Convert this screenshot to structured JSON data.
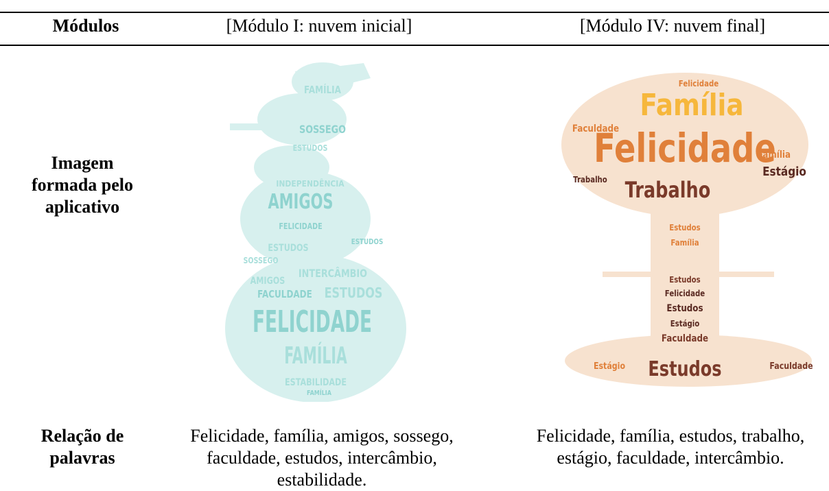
{
  "table": {
    "header": {
      "col1": "Módulos",
      "col2": "[Módulo I: nuvem inicial]",
      "col3": "[Módulo IV: nuvem final]"
    },
    "row_image": {
      "label_lines": [
        "Imagem",
        "formada pelo",
        "aplicativo"
      ]
    },
    "row_words": {
      "label_lines": [
        "Relação de",
        "palavras"
      ],
      "col2_lines": [
        "Felicidade, família, amigos, sossego,",
        "faculdade, estudos, intercâmbio,",
        "estabilidade."
      ],
      "col3_lines": [
        "Felicidade, família, estudos, trabalho,",
        "estágio, faculdade, intercâmbio."
      ]
    }
  },
  "cloud_initial": {
    "color": "#8fd3cf",
    "accent": "#a9dfdb",
    "words": [
      "FELICIDADE",
      "FAMÍLIA",
      "AMIGOS",
      "ESTUDOS",
      "FACULDADE",
      "INTERCÂMBIO",
      "SOSSEGO",
      "ESTABILIDADE",
      "FELICIDADE",
      "INDEPENDÊNCIA",
      "FAMÍLIA",
      "AMIGOS",
      "ESTUDOS",
      "SOSSEGO"
    ]
  },
  "cloud_final": {
    "colors": {
      "orange": "#e0803a",
      "yellow": "#f6b73c",
      "brown": "#7a3a2a",
      "dark": "#5a2a22"
    },
    "words": [
      "Família",
      "Felicidade",
      "Trabalho",
      "Estágio",
      "Estudos",
      "Faculdade",
      "Felicidade",
      "Família",
      "Estudos",
      "Trabalho",
      "Estágio",
      "Família",
      "Felicidade",
      "Estudos",
      "Faculdade"
    ]
  }
}
